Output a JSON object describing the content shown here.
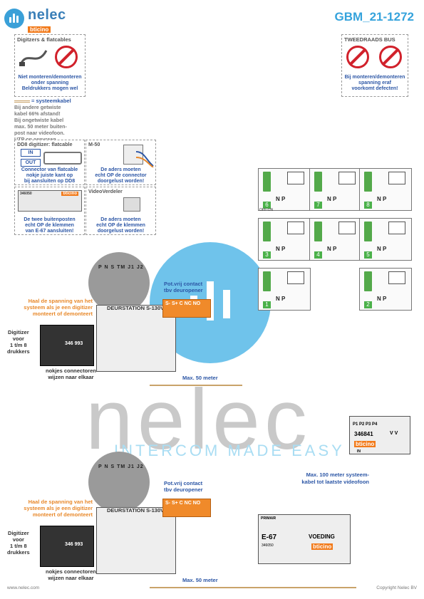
{
  "header": {
    "logo_name": "nelec",
    "logo_brand": "bticino",
    "doc_id": "GBM_21-1272"
  },
  "warnings": {
    "digitizers": {
      "title": "Digitzers & flatcables",
      "text1": "Niet monteren/demonteren",
      "text2": "onder spanning",
      "text3": "Beldrukkers mogen wel"
    },
    "bus": {
      "title": "TWEEDRAADS BUS",
      "text1": "Bij monteren/demonteren",
      "text2": "spanning eraf",
      "text3": "voorkomt defecten!"
    }
  },
  "system_cable": {
    "title": "= systeemkabel",
    "lines": [
      "Bij andere getwiste",
      "kabel 66% afstand!",
      "Bij ongetwiste kabel",
      "max. 50 meter buiten-",
      "post naar videofoon.",
      "UTP op aanvraag."
    ]
  },
  "dd8": {
    "title": "DD8 digitizer: flatcable",
    "in": "IN",
    "out": "OUT",
    "cap1": "Connector van flatcable",
    "cap2": "nokje juiste kant op",
    "cap3": "bij aansluiten op DD8"
  },
  "m50": {
    "title": "M-50",
    "cap1": "De aders moeten",
    "cap2": "echt OP de connector",
    "cap3": "doorgelust worden!"
  },
  "e67_box": {
    "cap1": "De twee buitenposten",
    "cap2": "echt OP de klemmen",
    "cap3": "van E-67 aansluiten!",
    "code": "346050"
  },
  "video_verdeler": {
    "title": "VideoVerdeler",
    "cap1": "De aders moeten",
    "cap2": "echt OP de klemmen",
    "cap3": "doorgelust worden!"
  },
  "door_station": {
    "name": "DEURSTATION S-130V",
    "pot1": "Pot.vrij contact",
    "pot2": "tbv deuropener",
    "contacts": "S- S+ C NC NO",
    "terminals": "P N S TM J1 J2",
    "haal1": "Haal de spanning van het",
    "haal2": "systeem als je een digitizer",
    "haal3": "monteert of demonteert",
    "dig1": "Digitizer",
    "dig2": "voor",
    "dig3": "1 t/m 8",
    "dig4": "drukkers",
    "nok1": "nokjes connectoren",
    "nok2": "wijzen naar elkaar",
    "code": "346 993"
  },
  "cables": {
    "max50": "Max. 50 meter",
    "max100a": "Max. 100 meter systeem-",
    "max100b": "kabel tot laatste videofoon"
  },
  "distributor": {
    "ports": "P1 P2 P3 P4",
    "code": "346841",
    "vv": "V V",
    "in": "IN"
  },
  "power": {
    "primair": "PRIMAIR",
    "model": "E-67",
    "title": "VOEDING",
    "code": "346050"
  },
  "monitors": {
    "np": "N P",
    "off_on": "OFF-ON",
    "numbers": [
      "6",
      "7",
      "8",
      "3",
      "4",
      "5",
      "1",
      "2"
    ]
  },
  "watermark": {
    "text": "nelec",
    "sub": "INTERCOM MADE EASY"
  },
  "footer": {
    "left": "www.nelec.com",
    "right": "Copyright Nelec BV"
  }
}
